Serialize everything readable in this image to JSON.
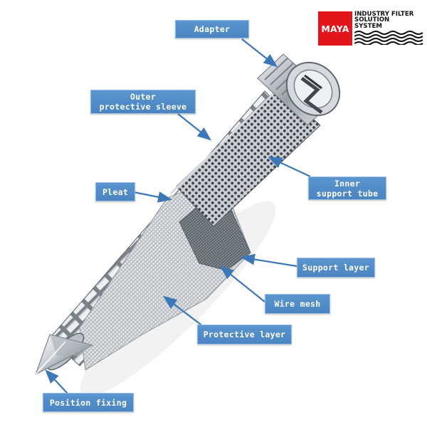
{
  "brand": {
    "mark": "MAYA",
    "lines": [
      "INDUSTRY FILTER",
      "SOLUTION",
      "SYSTEM"
    ],
    "red": "#e3141b"
  },
  "labels": {
    "adapter": "Adapter",
    "outer_sleeve": "Outer\nprotective sleeve",
    "pleat": "Pleat",
    "inner_tube": "Inner\nsupport tube",
    "support_layer": "Support layer",
    "wire_mesh": "Wire mesh",
    "protective_layer": "Protective layer",
    "position_fixing": "Position fixing"
  },
  "colors": {
    "label_fill": "#4a84c2",
    "arrow": "#3c77b8",
    "metal_light": "#e6eaee",
    "metal_dark": "#6f7780"
  }
}
